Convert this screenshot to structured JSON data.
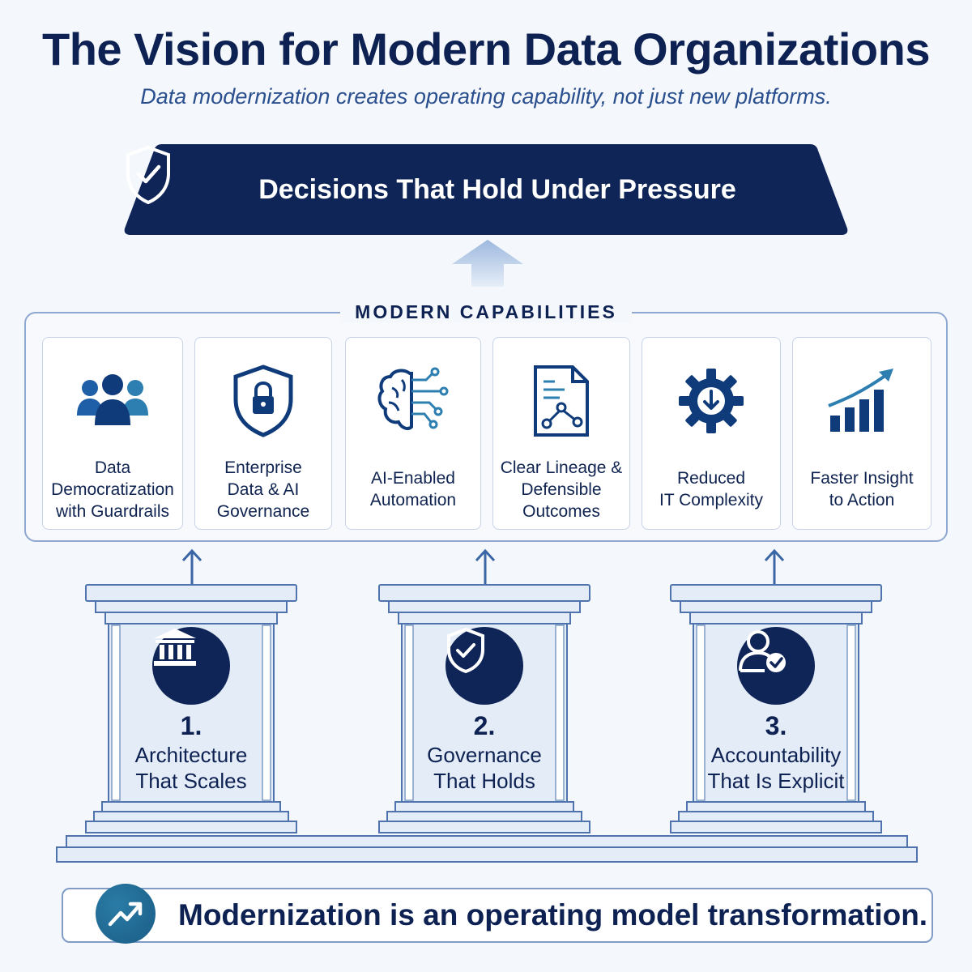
{
  "header": {
    "title": "The Vision for Modern Data Organizations",
    "subtitle": "Data modernization creates operating capability, not just new platforms."
  },
  "banner": {
    "text": "Decisions That Hold Under Pressure",
    "icon": "shield-check-icon"
  },
  "capabilities": {
    "heading": "MODERN CAPABILITIES",
    "items": [
      {
        "label": "Data\nDemocratization\nwith Guardrails",
        "icon": "users-icon"
      },
      {
        "label": "Enterprise\nData & AI\nGovernance",
        "icon": "shield-lock-icon"
      },
      {
        "label": "AI-Enabled\nAutomation",
        "icon": "brain-circuit-icon"
      },
      {
        "label": "Clear Lineage &\nDefensible\nOutcomes",
        "icon": "document-lineage-icon"
      },
      {
        "label": "Reduced\nIT Complexity",
        "icon": "gear-download-icon"
      },
      {
        "label": "Faster Insight\nto Action",
        "icon": "growth-chart-icon"
      }
    ]
  },
  "pillars": [
    {
      "number": "1.",
      "label": "Architecture\nThat Scales",
      "icon": "building-columns-icon"
    },
    {
      "number": "2.",
      "label": "Governance\nThat Holds",
      "icon": "shield-check-icon"
    },
    {
      "number": "3.",
      "label": "Accountability\nThat Is Explicit",
      "icon": "user-check-icon"
    }
  ],
  "footer": {
    "text": "Modernization is an operating model transformation.",
    "icon": "trend-up-icon"
  },
  "colors": {
    "navy": "#0f2557",
    "accent": "#1f5fa8",
    "teal": "#2a7ca6",
    "pillar_fill": "#e4ecf7",
    "border": "#8fa8cf"
  }
}
